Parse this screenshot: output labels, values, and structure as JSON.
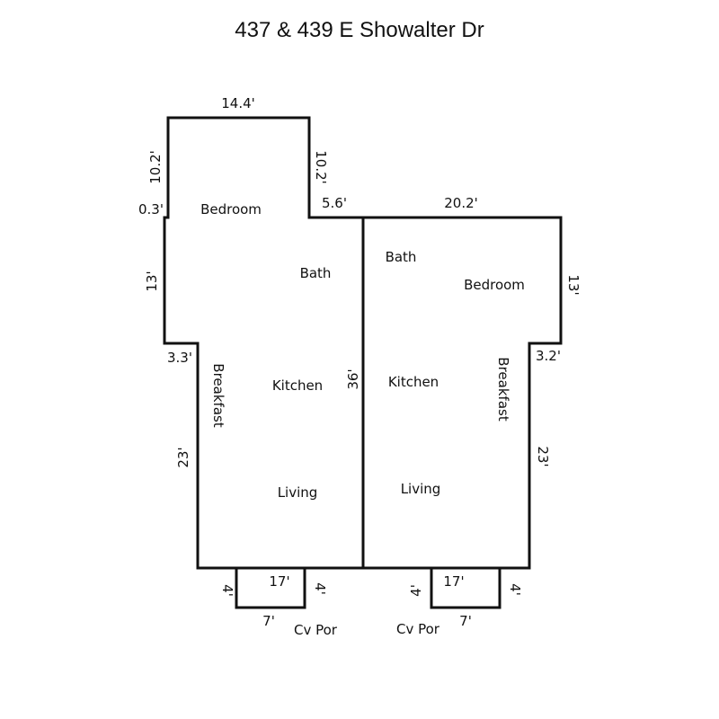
{
  "title": "437 & 439 E Showalter Dr",
  "rooms": {
    "left": {
      "bedroom": "Bedroom",
      "bath": "Bath",
      "kitchen": "Kitchen",
      "breakfast": "Breakfast",
      "living": "Living",
      "porch": "Cv Por"
    },
    "right": {
      "bath": "Bath",
      "bedroom": "Bedroom",
      "kitchen": "Kitchen",
      "breakfast": "Breakfast",
      "living": "Living",
      "porch": "Cv Por"
    }
  },
  "dimensions": {
    "top_width": "14.4'",
    "left_top_height": "10.2'",
    "inner_step_height": "10.2'",
    "small_offset": "0.3'",
    "step_width": "5.6'",
    "right_top_width": "20.2'",
    "left_mid_height": "13'",
    "right_mid_height": "13'",
    "left_jog": "3.3'",
    "right_jog": "3.2'",
    "center_length": "36'",
    "left_lower_height": "23'",
    "right_lower_height": "23'",
    "left_porch_width": "17'",
    "left_porch_depth_a": "4'",
    "left_porch_depth_b": "4'",
    "left_porch_bottom": "7'",
    "right_porch_width": "17'",
    "right_porch_depth_a": "4'",
    "right_porch_depth_b": "4'",
    "right_porch_bottom": "7'"
  }
}
